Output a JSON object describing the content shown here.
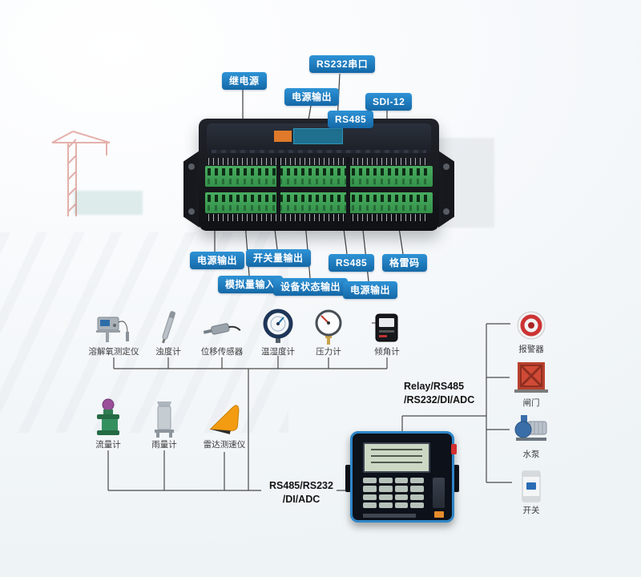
{
  "colors": {
    "label_blue": "#1878bc",
    "terminal_green": "#3f9f55",
    "device_black": "#17181c",
    "wire": "#3f3f3f",
    "arrow_blue": "#1878bc",
    "panel_frame_blue": "#2e86c8"
  },
  "callouts": {
    "top": [
      {
        "text": "继电源"
      },
      {
        "text": "RS232串口"
      },
      {
        "text": "电源输出"
      },
      {
        "text": "RS485"
      },
      {
        "text": "SDI-12"
      }
    ],
    "bottom": [
      {
        "text": "电源输出"
      },
      {
        "text": "开关量输出"
      },
      {
        "text": "模拟量输入"
      },
      {
        "text": "设备状态输出"
      },
      {
        "text": "RS485"
      },
      {
        "text": "电源输出"
      },
      {
        "text": "格雷码"
      }
    ]
  },
  "sensors_row1": [
    {
      "label": "溶解氧测定仪",
      "icon": "dissolved-oxygen-meter"
    },
    {
      "label": "浊度计",
      "icon": "turbidity-probe"
    },
    {
      "label": "位移传感器",
      "icon": "displacement-sensor"
    },
    {
      "label": "温湿度计",
      "icon": "temp-humidity-gauge"
    },
    {
      "label": "压力计",
      "icon": "pressure-gauge"
    },
    {
      "label": "倾角计",
      "icon": "inclinometer"
    }
  ],
  "sensors_row2": [
    {
      "label": "流量计",
      "icon": "flow-meter"
    },
    {
      "label": "雨量计",
      "icon": "rain-gauge"
    },
    {
      "label": "雷达测速仪",
      "icon": "radar-speed-sensor"
    }
  ],
  "right_devices": [
    {
      "label": "报警器",
      "icon": "alarm"
    },
    {
      "label": "闸门",
      "icon": "gate"
    },
    {
      "label": "水泵",
      "icon": "water-pump"
    },
    {
      "label": "开关",
      "icon": "breaker-switch"
    }
  ],
  "bus_labels": {
    "bottom_line1": "RS485/RS232",
    "bottom_line2": "/DI/ADC",
    "right_line1": "Relay/RS485",
    "right_line2": "/RS232/DI/ADC"
  }
}
